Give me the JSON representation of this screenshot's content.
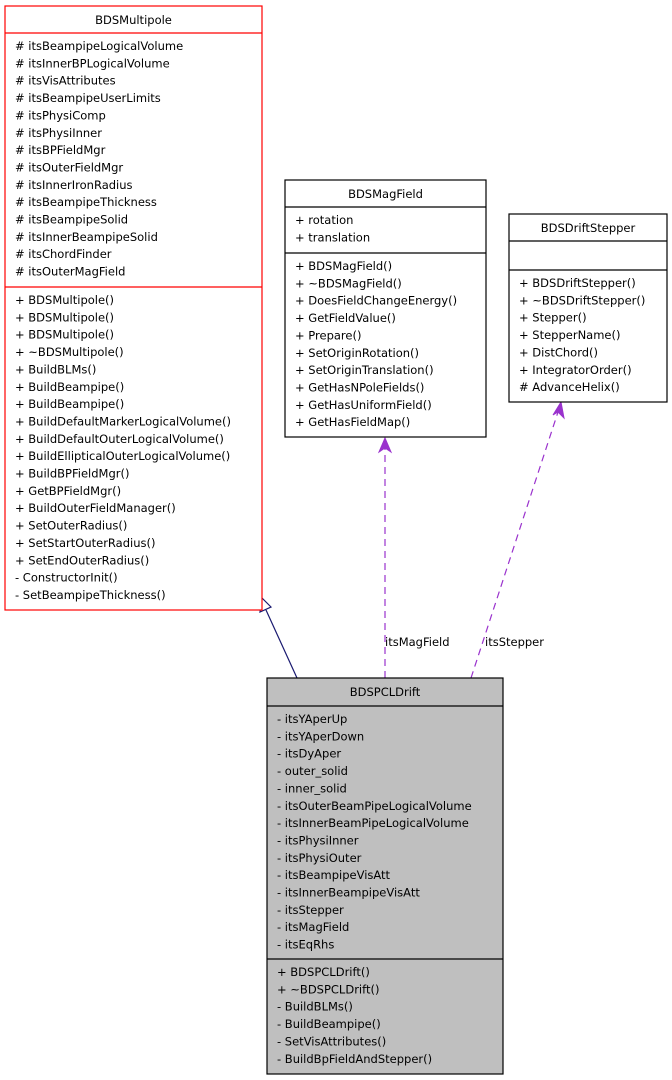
{
  "colors": {
    "base_border": "#ff0000",
    "border": "#000000",
    "focus_fill": "#bfbfbf",
    "inherit_edge": "#191970",
    "usage_edge": "#9a32cd"
  },
  "classes": [
    {
      "id": "multipole",
      "name": "BDSMultipole",
      "attributes": [
        "# itsBeampipeLogicalVolume",
        "# itsInnerBPLogicalVolume",
        "# itsVisAttributes",
        "# itsBeampipeUserLimits",
        "# itsPhysiComp",
        "# itsPhysiInner",
        "# itsBPFieldMgr",
        "# itsOuterFieldMgr",
        "# itsInnerIronRadius",
        "# itsBeampipeThickness",
        "# itsBeampipeSolid",
        "# itsInnerBeampipeSolid",
        "# itsChordFinder",
        "# itsOuterMagField"
      ],
      "methods": [
        "+ BDSMultipole()",
        "+ BDSMultipole()",
        "+ BDSMultipole()",
        "+ ~BDSMultipole()",
        "+ BuildBLMs()",
        "+ BuildBeampipe()",
        "+ BuildBeampipe()",
        "+ BuildDefaultMarkerLogicalVolume()",
        "+ BuildDefaultOuterLogicalVolume()",
        "+ BuildEllipticalOuterLogicalVolume()",
        "+ BuildBPFieldMgr()",
        "+ GetBPFieldMgr()",
        "+ BuildOuterFieldManager()",
        "+ SetOuterRadius()",
        "+ SetStartOuterRadius()",
        "+ SetEndOuterRadius()",
        "- ConstructorInit()",
        "- SetBeampipeThickness()"
      ]
    },
    {
      "id": "magfield",
      "name": "BDSMagField",
      "attributes": [
        "+ rotation",
        "+ translation"
      ],
      "methods": [
        "+ BDSMagField()",
        "+ ~BDSMagField()",
        "+ DoesFieldChangeEnergy()",
        "+ GetFieldValue()",
        "+ Prepare()",
        "+ SetOriginRotation()",
        "+ SetOriginTranslation()",
        "+ GetHasNPoleFields()",
        "+ GetHasUniformField()",
        "+ GetHasFieldMap()"
      ]
    },
    {
      "id": "driftstepper",
      "name": "BDSDriftStepper",
      "attributes": [],
      "methods": [
        "+ BDSDriftStepper()",
        "+ ~BDSDriftStepper()",
        "+ Stepper()",
        "+ StepperName()",
        "+ DistChord()",
        "+ IntegratorOrder()",
        "# AdvanceHelix()"
      ]
    },
    {
      "id": "pcldrift",
      "name": "BDSPCLDrift",
      "attributes": [
        "- itsYAperUp",
        "- itsYAperDown",
        "- itsDyAper",
        "- outer_solid",
        "- inner_solid",
        "- itsOuterBeamPipeLogicalVolume",
        "- itsInnerBeamPipeLogicalVolume",
        "- itsPhysiInner",
        "- itsPhysiOuter",
        "- itsBeampipeVisAtt",
        "- itsInnerBeampipeVisAtt",
        "- itsStepper",
        "- itsMagField",
        "- itsEqRhs"
      ],
      "methods": [
        "+ BDSPCLDrift()",
        "+ ~BDSPCLDrift()",
        "- BuildBLMs()",
        "- BuildBeampipe()",
        "- SetVisAttributes()",
        "- BuildBpFieldAndStepper()"
      ]
    }
  ],
  "edges": [
    {
      "type": "inheritance",
      "from": "BDSPCLDrift",
      "to": "BDSMultipole"
    },
    {
      "type": "usage",
      "from": "BDSPCLDrift",
      "to": "BDSMagField",
      "label": "itsMagField"
    },
    {
      "type": "usage",
      "from": "BDSPCLDrift",
      "to": "BDSDriftStepper",
      "label": "itsStepper"
    }
  ]
}
